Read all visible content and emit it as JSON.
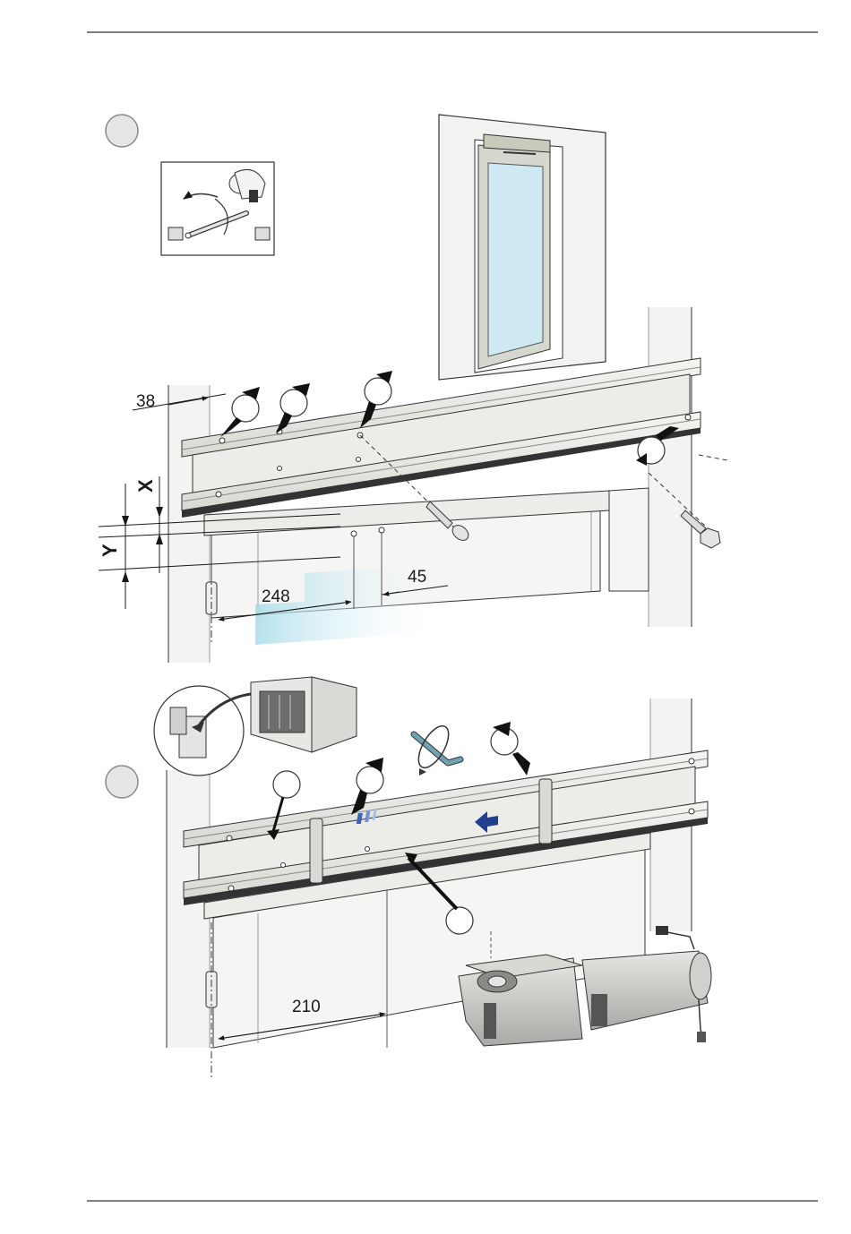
{
  "dimensions": {
    "offset_38": "38",
    "x_label": "X",
    "y_label": "Y",
    "distance_248": "248",
    "distance_45": "45",
    "distance_210": "210"
  },
  "colors": {
    "line": "#2a2a2a",
    "rail_fill": "#e9ebe6",
    "rail_shadow": "#c9ccc4",
    "wall": "#f1f1ee",
    "glass": "#cfe9f2",
    "accent_blue": "#1f3f8f",
    "tool_teal": "#6fa3b3",
    "template_cyan": "#bfe6ef"
  },
  "icons": {
    "step_badges": "step-circle-icon",
    "wrench": "hex-key-icon",
    "slide_direction": "slide-arrow-icon"
  }
}
